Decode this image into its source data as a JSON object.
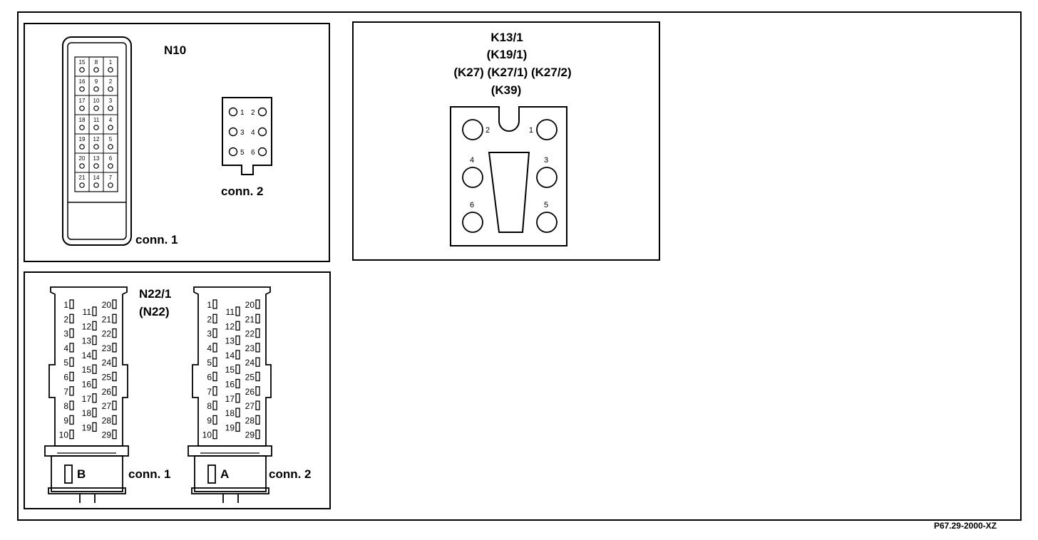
{
  "n10": {
    "title": "N10",
    "conn1_label": "conn. 1",
    "conn2_label": "conn. 2",
    "conn1_pins": {
      "col_left": [
        "15",
        "16",
        "17",
        "18",
        "19",
        "20",
        "21"
      ],
      "col_mid": [
        "8",
        "9",
        "10",
        "11",
        "12",
        "13",
        "14"
      ],
      "col_right": [
        "1",
        "2",
        "3",
        "4",
        "5",
        "6",
        "7"
      ]
    },
    "conn2_pins": [
      "1",
      "2",
      "3",
      "4",
      "5",
      "6"
    ]
  },
  "k13": {
    "title_lines": [
      "K13/1",
      "(K19/1)",
      "(K27) (K27/1) (K27/2)",
      "(K39)"
    ],
    "pins": [
      "2",
      "1",
      "4",
      "3",
      "6",
      "5"
    ]
  },
  "n22": {
    "title_lines": [
      "N22/1",
      "(N22)"
    ],
    "conn1_label": "conn. 1",
    "conn2_label": "conn. 2",
    "conn1_letter": "B",
    "conn2_letter": "A",
    "pins_left": [
      "1",
      "2",
      "3",
      "4",
      "5",
      "6",
      "7",
      "8",
      "9",
      "10"
    ],
    "pins_mid": [
      "11",
      "12",
      "13",
      "14",
      "15",
      "16",
      "17",
      "18",
      "19"
    ],
    "pins_right": [
      "20",
      "21",
      "22",
      "23",
      "24",
      "25",
      "26",
      "27",
      "28",
      "29"
    ]
  },
  "reference": "P67.29-2000-XZ"
}
